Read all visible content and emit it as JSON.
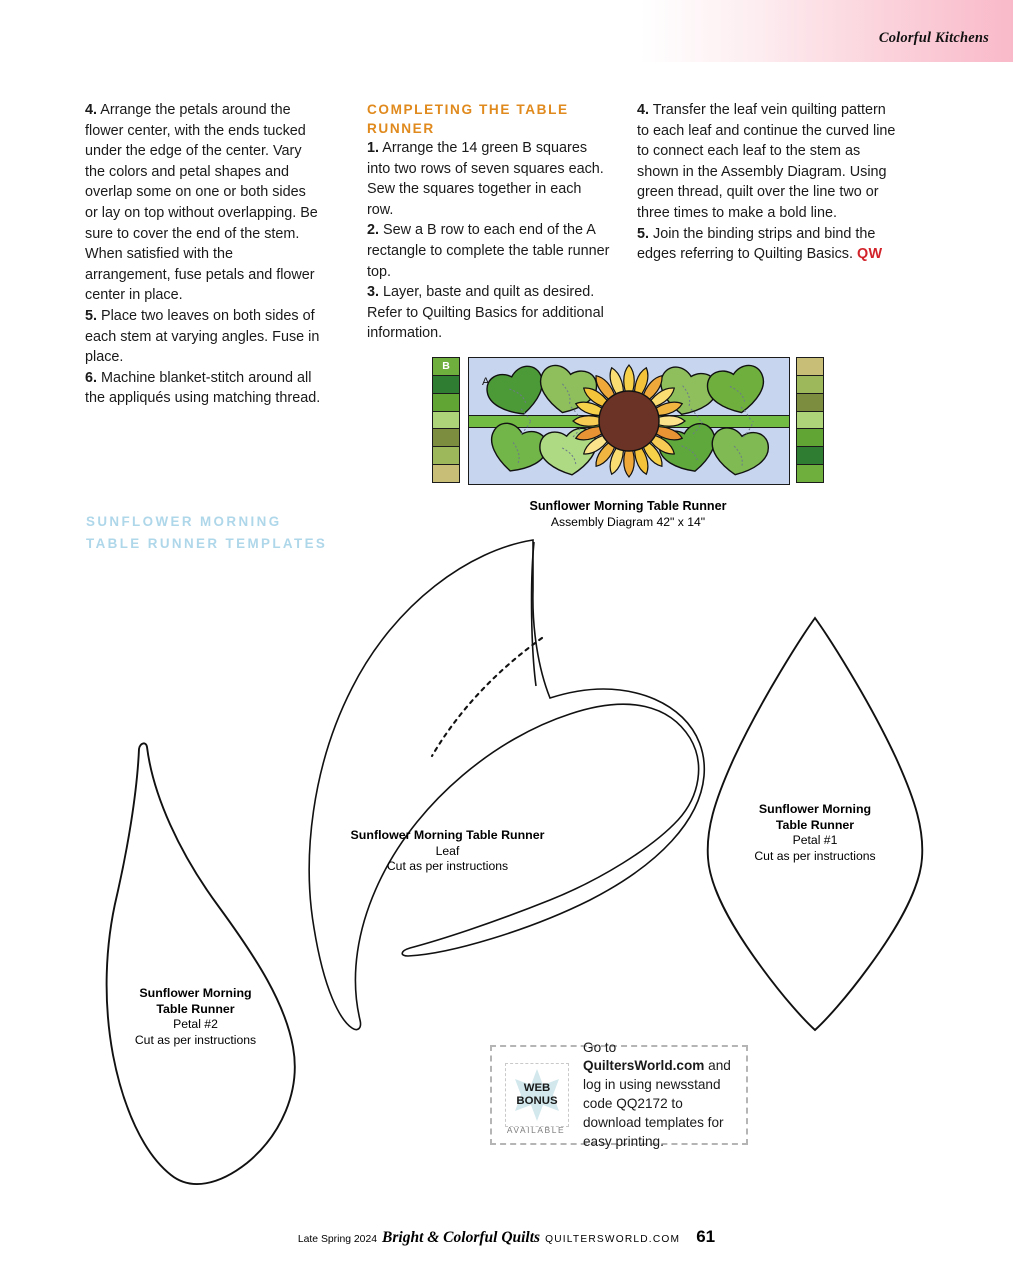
{
  "header": {
    "title": "Colorful Kitchens"
  },
  "columns": {
    "col1": [
      {
        "num": "4.",
        "text": " Arrange the petals around the flower center, with the ends tucked under the edge of the center. Vary the colors and petal shapes and overlap some on one or both sides or lay on top without overlapping. Be sure to cover the end of the stem. When satisfied with the arrangement, fuse petals and flower center in place."
      },
      {
        "num": "5.",
        "text": " Place two leaves on both sides of each stem at varying angles. Fuse in place."
      },
      {
        "num": "6.",
        "text": " Machine blanket-stitch around all the appliqués using matching thread."
      }
    ],
    "col2_heading": "COMPLETING THE TABLE RUNNER",
    "col2": [
      {
        "num": "1.",
        "text": " Arrange the 14 green B squares into two rows of seven squares each. Sew the squares together in each row."
      },
      {
        "num": "2.",
        "text": " Sew a B row to each end of the A rectangle to complete the table runner top."
      },
      {
        "num": "3.",
        "text": " Layer, baste and quilt as desired. Refer to Quilting Basics for additional information."
      }
    ],
    "col3": [
      {
        "num": "4.",
        "text": " Transfer the leaf vein quilting pattern to each leaf and continue the curved line to connect each leaf to the stem as shown in the Assembly Diagram. Using green thread, quilt over the line two or three times to make a bold line."
      },
      {
        "num": "5.",
        "text": " Join the binding strips and bind the edges referring to Quilting Basics. "
      }
    ],
    "col3_endmark": "QW"
  },
  "diagram": {
    "rect_label": "A",
    "square_label": "B",
    "caption_title": "Sunflower Morning Table Runner",
    "caption_sub": "Assembly Diagram 42\" x 14\"",
    "left_squares": [
      "#6FAF3E",
      "#2E7D32",
      "#61A535",
      "#AED47A",
      "#7C8D3F",
      "#9DB85A",
      "#C9BE77"
    ],
    "right_squares": [
      "#C9BE77",
      "#9DB85A",
      "#7C8D3F",
      "#AED47A",
      "#61A535",
      "#2E7D32",
      "#6FAF3E"
    ],
    "background_color": "#C7D5EE",
    "stem_color": "#72BC44",
    "flower_center_color": "#6B3326",
    "leaf_colors": [
      "#4C9A37",
      "#8FBF5C",
      "#72B548",
      "#AEDA84",
      "#8FBF5C",
      "#6FAF3E",
      "#5FA83C",
      "#7FBA52"
    ]
  },
  "templates": {
    "heading": "SUNFLOWER MORNING TABLE RUNNER TEMPLATES",
    "leaf": {
      "title1": "Sunflower Morning Table Runner",
      "sub": "Leaf",
      "note": "Cut as per instructions"
    },
    "petal1": {
      "title1": "Sunflower Morning",
      "title2": "Table Runner",
      "sub": "Petal #1",
      "note": "Cut as per instructions"
    },
    "petal2": {
      "title1": "Sunflower Morning",
      "title2": "Table Runner",
      "sub": "Petal #2",
      "note": "Cut as per instructions"
    }
  },
  "web_bonus": {
    "badge_line1": "WEB",
    "badge_line2": "BONUS",
    "available": "AVAILABLE",
    "copy_pre": "Go to ",
    "copy_site": "QuiltersWorld.com",
    "copy_post": " and log in using newsstand code QQ2172 to download templates for easy printing."
  },
  "footer": {
    "date": "Late Spring 2024",
    "magazine": "Bright & Colorful Quilts",
    "url": "QUILTERSWORLD.COM",
    "page": "61"
  }
}
